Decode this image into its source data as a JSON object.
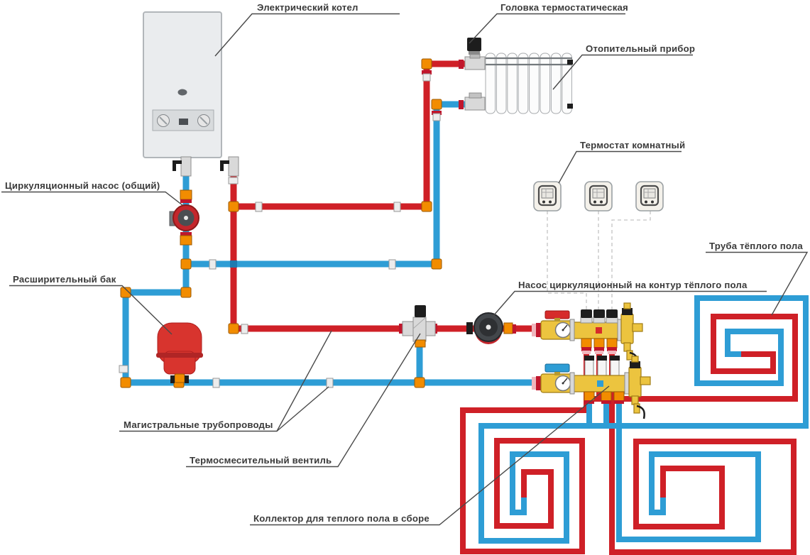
{
  "diagram": {
    "type": "heating-system-schematic",
    "language": "ru",
    "labels": {
      "boiler": "Электрический котел",
      "thermo_head": "Головка термостатическая",
      "radiator": "Отопительный прибор",
      "room_thermostat": "Термостат комнатный",
      "floor_pipe": "Труба тёплого пола",
      "floor_pump": "Насос циркуляционный на контур тёплого пола",
      "common_pump": "Циркуляционный насос (общий)",
      "expansion_tank": "Расширительный бак",
      "mains": "Магистральные трубопроводы",
      "mixing_valve": "Термосмесительный вентиль",
      "collector": "Коллектор для теплого пола в сборе"
    },
    "colors": {
      "supply_pipe": "#cf2027",
      "return_pipe": "#2e9dd5",
      "brass": "#ecc43f",
      "fitting": "#f28c00",
      "tank": "#d8342e",
      "label_text": "#3a3a3a"
    },
    "counts": {
      "room_thermostats": 3,
      "floor_loops": 3,
      "radiator_sections": 8
    }
  }
}
